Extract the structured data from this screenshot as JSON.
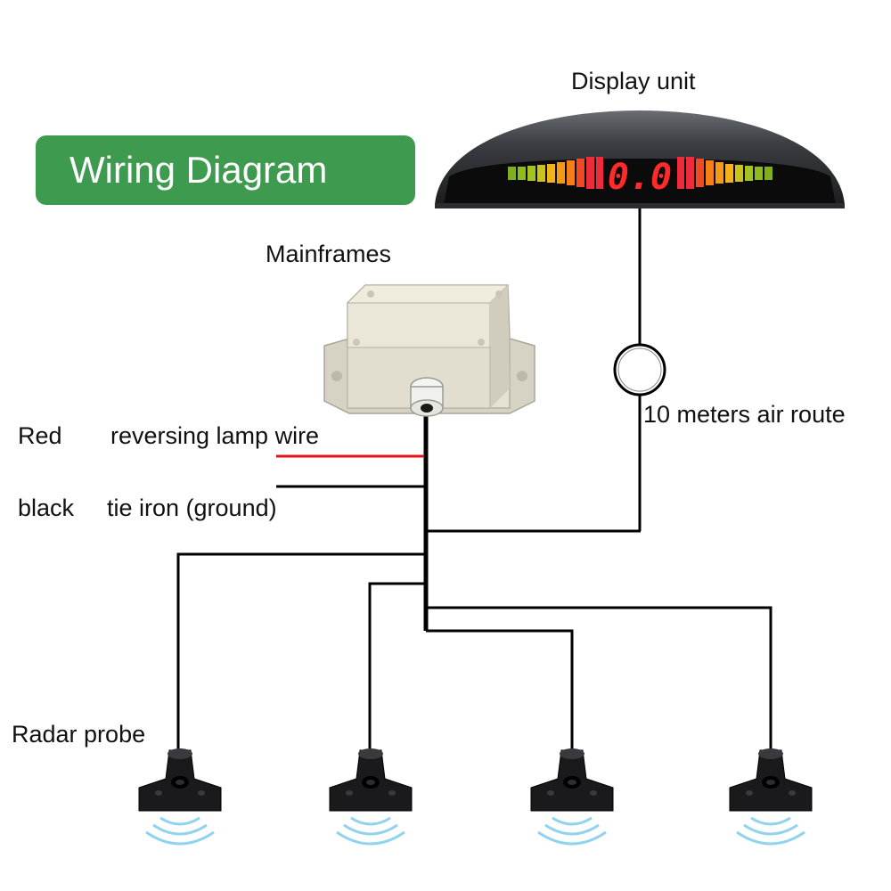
{
  "title": "Wiring Diagram",
  "colors": {
    "title_background": "#3d9a4f",
    "title_text": "#ffffff",
    "red_wire": "#e3111b",
    "black_wire": "#000000",
    "display_digits": "#ff2a2a"
  },
  "labels": {
    "display_unit": "Display unit",
    "mainframes": "Mainframes",
    "cable_length": "10 meters air route",
    "radar_probe": "Radar probe"
  },
  "wires": [
    {
      "color": "Red",
      "function": "reversing lamp wire"
    },
    {
      "color": "black",
      "function": "tie iron (ground)"
    }
  ],
  "display": {
    "readout": "0.0",
    "icon": "parking-sensor-display-icon"
  },
  "mainframe": {
    "icon": "junction-box-icon"
  },
  "connector": {
    "icon": "cable-connector-icon"
  },
  "probes": [
    {
      "icon": "radar-probe-icon"
    },
    {
      "icon": "radar-probe-icon"
    },
    {
      "icon": "radar-probe-icon"
    },
    {
      "icon": "radar-probe-icon"
    }
  ]
}
